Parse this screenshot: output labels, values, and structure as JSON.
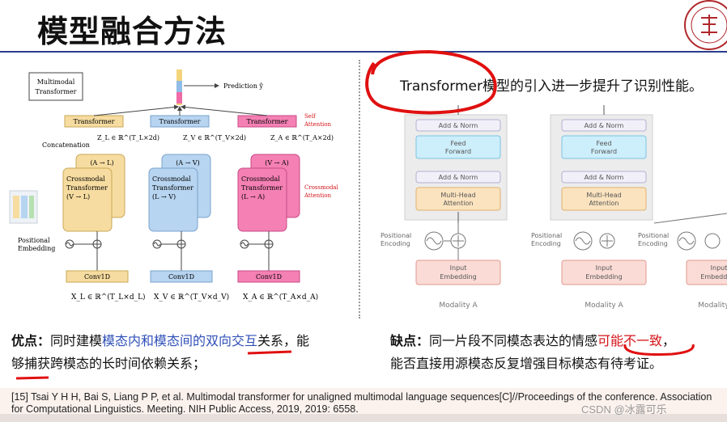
{
  "title": "模型融合方法",
  "left_figure": {
    "header_box": "Multimodal\nTransformer",
    "prediction": "Prediction ŷ",
    "concatenation": "Concatenation",
    "positional_embedding": "Positional\nEmbedding",
    "self_attention": "Self\nAttention",
    "crossmodal_attention": "Crossmodal\nAttention",
    "top_transformer": "Transformer",
    "zL": "Z_L ∈ ℝ^{T_L×2d}",
    "zV": "Z_V ∈ ℝ^{T_V×2d}",
    "zA": "Z_A ∈ ℝ^{T_A×2d}",
    "cross_L": {
      "arrow": "(A → L)",
      "title": "Crossmodal Transformer",
      "sub": "(V → L)"
    },
    "cross_V": {
      "arrow": "(A → V)",
      "title": "Crossmodal Transformer",
      "sub": "(L → V)"
    },
    "cross_A": {
      "arrow": "(V → A)",
      "title": "Crossmodal Transformer",
      "sub": "(L → A)"
    },
    "conv": "Conv1D",
    "xL": "X_L ∈ ℝ^{T_L×d_L}",
    "xV": "X_V ∈ ℝ^{T_V×d_V}",
    "xA": "X_A ∈ ℝ^{T_A×d_A}"
  },
  "right_figure": {
    "title": "Transformer模型的引入进一步提升了识别性能。",
    "add_norm": "Add & Norm",
    "feed_forward": "Feed\nForward",
    "mha": "Multi-Head\nAttention",
    "positional_encoding": "Positional\nEncoding",
    "input_embedding": "Input\nEmbedding",
    "modality_a": "Modality A",
    "modality_b": "Modality B"
  },
  "pros": {
    "label": "优点：",
    "t1": "同时建模",
    "t2": "模态内和模态间的双向交互",
    "t3": "关系，能",
    "t4": "够捕获跨模态的长时间依赖关系；"
  },
  "cons": {
    "label": "缺点：",
    "t1": "同一片段不同模态表达的情感",
    "t2": "可能不一致",
    "t3": "，",
    "t4": "能否直接用源模态反复增强目标模态有待考证。"
  },
  "reference": "[15] Tsai Y H H, Bai S, Liang P P, et al. Multimodal transformer for unaligned multimodal language sequences[C]//Proceedings of the conference. Association for Computational Linguistics. Meeting. NIH Public Access, 2019, 2019: 6558.",
  "watermark": "CSDN @冰露可乐",
  "colors": {
    "accent": "#2b3c8c",
    "highlight_blue": "#2f4fb7",
    "highlight_red": "#d4141a",
    "annotation_red": "#e01010"
  }
}
